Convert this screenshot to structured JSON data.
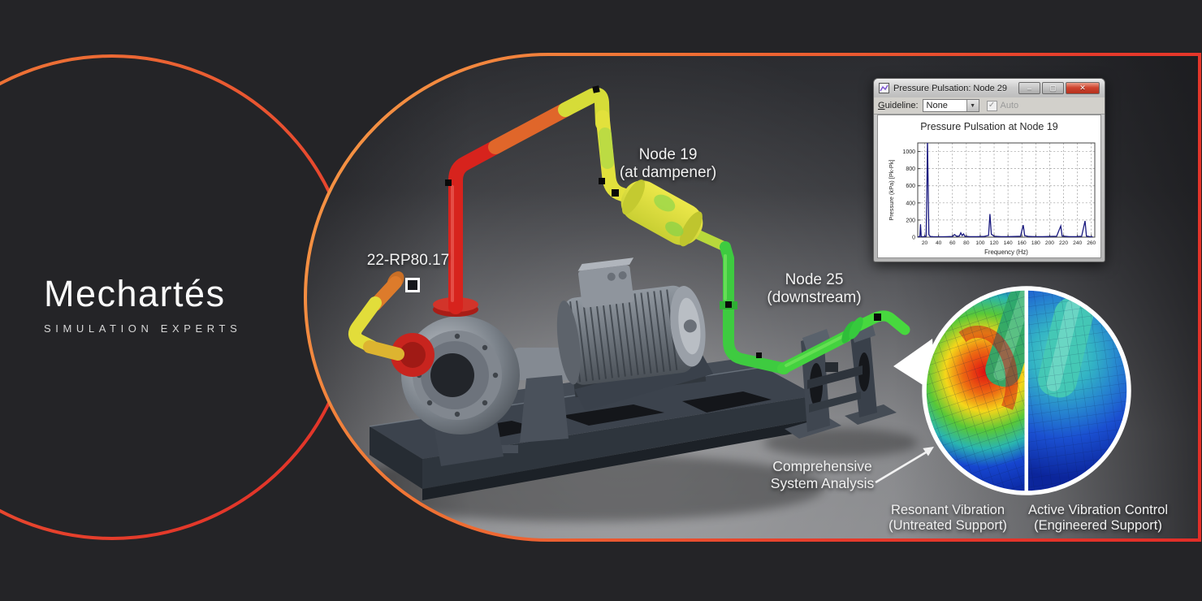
{
  "brand": {
    "name": "Mechartés",
    "tagline": "SIMULATION EXPERTS"
  },
  "annotations": {
    "node19": {
      "line1": "Node 19",
      "line2": "(at dampener)"
    },
    "node25": {
      "line1": "Node 25",
      "line2": "(downstream)"
    },
    "pipe_tag": "22-RP80.17",
    "analysis": {
      "line1": "Comprehensive",
      "line2": "System Analysis"
    },
    "inset_left": {
      "line1": "Resonant Vibration",
      "line2": "(Untreated Support)"
    },
    "inset_right": {
      "line1": "Active Vibration Control",
      "line2": "(Engineered Support)"
    }
  },
  "window": {
    "title": "Pressure Pulsation: Node 29",
    "buttons": {
      "minimize": "–",
      "maximize": "▢",
      "close": "✕"
    },
    "toolbar": {
      "guideline_label": "Guideline:",
      "guideline_value": "None",
      "dropdown_arrow": "▼",
      "auto_checked_glyph": "✓",
      "auto_label": "Auto"
    }
  },
  "chart_data": {
    "type": "line",
    "title": "Pressure Pulsation at Node 19",
    "xlabel": "Frequency (Hz)",
    "ylabel": "Pressure (kPa) [Pk-Pk]",
    "xlim": [
      10,
      265
    ],
    "ylim": [
      0,
      1100
    ],
    "x_ticks": [
      20,
      40,
      60,
      80,
      100,
      120,
      140,
      160,
      180,
      200,
      220,
      240,
      260
    ],
    "y_ticks": [
      0,
      200,
      400,
      600,
      800,
      1000
    ],
    "grid": true,
    "line_color": "#19197f",
    "points": [
      [
        10,
        4
      ],
      [
        13,
        8
      ],
      [
        14,
        150
      ],
      [
        15,
        6
      ],
      [
        18,
        5
      ],
      [
        22,
        10
      ],
      [
        23,
        430
      ],
      [
        24,
        1150
      ],
      [
        25,
        620
      ],
      [
        26,
        30
      ],
      [
        28,
        8
      ],
      [
        32,
        6
      ],
      [
        38,
        5
      ],
      [
        45,
        5
      ],
      [
        52,
        6
      ],
      [
        60,
        8
      ],
      [
        63,
        30
      ],
      [
        66,
        10
      ],
      [
        70,
        14
      ],
      [
        72,
        50
      ],
      [
        74,
        18
      ],
      [
        76,
        38
      ],
      [
        78,
        10
      ],
      [
        85,
        6
      ],
      [
        95,
        6
      ],
      [
        105,
        8
      ],
      [
        112,
        20
      ],
      [
        114,
        270
      ],
      [
        116,
        35
      ],
      [
        120,
        10
      ],
      [
        130,
        6
      ],
      [
        140,
        6
      ],
      [
        150,
        8
      ],
      [
        158,
        10
      ],
      [
        162,
        140
      ],
      [
        164,
        18
      ],
      [
        170,
        8
      ],
      [
        180,
        6
      ],
      [
        190,
        6
      ],
      [
        200,
        8
      ],
      [
        210,
        10
      ],
      [
        216,
        130
      ],
      [
        218,
        12
      ],
      [
        228,
        6
      ],
      [
        238,
        6
      ],
      [
        246,
        10
      ],
      [
        251,
        190
      ],
      [
        253,
        12
      ],
      [
        258,
        6
      ],
      [
        262,
        5
      ]
    ]
  },
  "colors": {
    "background": "#242427",
    "accent_orange": "#f5953f",
    "accent_red": "#e5302a",
    "pipe_red": "#d7231d",
    "pipe_orange": "#e0662a",
    "pipe_yellow": "#e2e13c",
    "pipe_green": "#3ecb40",
    "fea_hot": "#e01111",
    "fea_cold": "#0c2aa6"
  }
}
